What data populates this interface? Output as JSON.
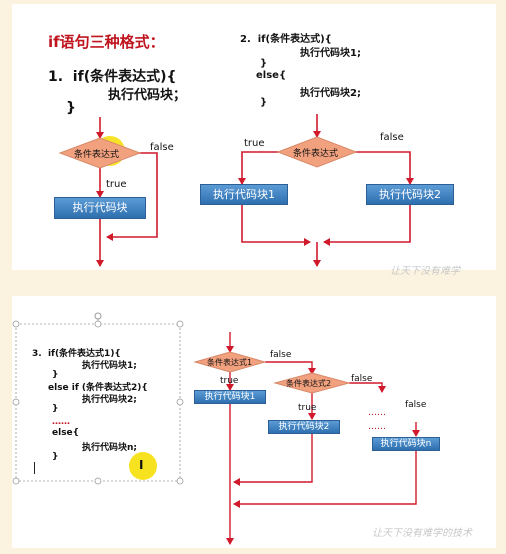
{
  "top": {
    "title": "if语句三种格式：",
    "format1": {
      "line1": "1.  if(条件表达式){",
      "line2": "执行代码块；",
      "line3": "}"
    },
    "format2": {
      "line1": "2.  if(条件表达式){",
      "line2": "执行代码块1;",
      "line3": "}",
      "line4": "else{",
      "line5": "执行代码块2;",
      "line6": "}"
    },
    "flow1": {
      "condition": "条件表达式",
      "false_label": "false",
      "true_label": "true",
      "block": "执行代码块"
    },
    "flow2": {
      "condition": "条件表达式",
      "true_label": "true",
      "false_label": "false",
      "block1": "执行代码块1",
      "block2": "执行代码块2"
    },
    "watermark": "让天下没有难学"
  },
  "bottom": {
    "format3": {
      "line1": "3.  if(条件表达式1){",
      "line2": "执行代码块1;",
      "line3": "}",
      "line4": "else if (条件表达式2){",
      "line5": "执行代码块2;",
      "line6": "}",
      "line7": "……",
      "line8": "else{",
      "line9": "执行代码块n;",
      "line10": "}"
    },
    "flow3": {
      "condition1": "条件表达式1",
      "condition2": "条件表达式2",
      "false1": "false",
      "false2": "false",
      "false3": "false",
      "true1": "true",
      "true2": "true",
      "block1": "执行代码块1",
      "block2": "执行代码块2",
      "blockn": "执行代码块n",
      "dots1": "……",
      "dots2": "……"
    },
    "watermark": "让天下没有难学的技术"
  },
  "colors": {
    "arrow": "#d0192b",
    "diamond": "#f2a17f",
    "box": "#3d7fc1",
    "highlight": "#f5e012"
  }
}
